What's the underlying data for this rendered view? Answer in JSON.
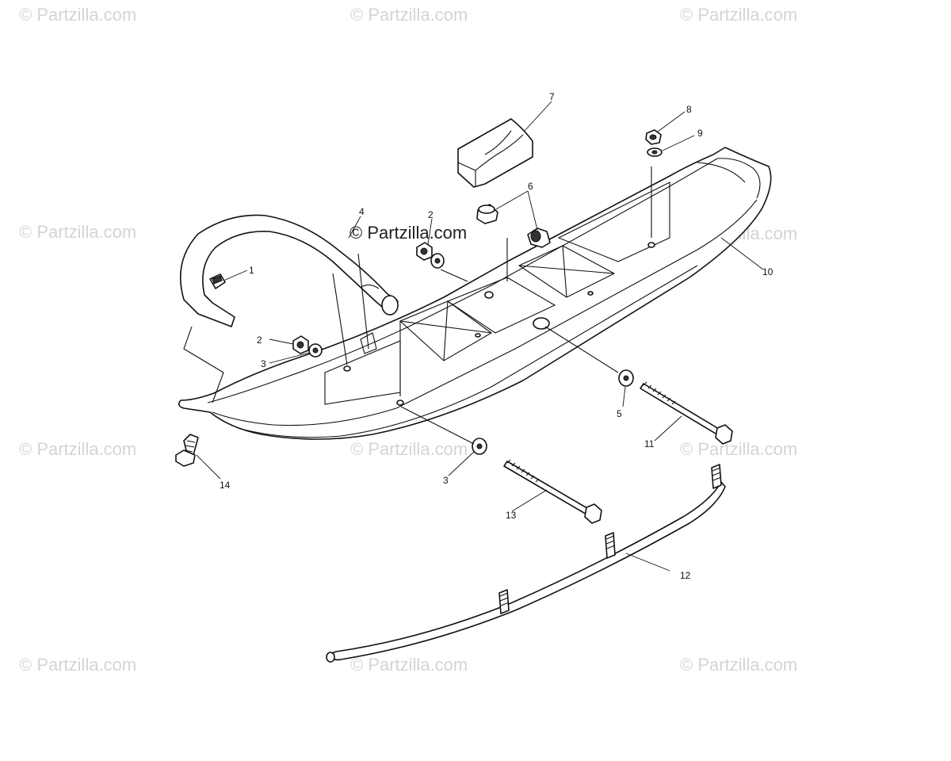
{
  "watermarks": {
    "text": "© Partzilla.com",
    "center_text": "© Partzilla.com"
  },
  "callouts": {
    "c1": "1",
    "c2a": "2",
    "c2b": "2",
    "c3a": "3",
    "c3b": "3",
    "c4": "4",
    "c5": "5",
    "c6": "6",
    "c7": "7",
    "c8": "8",
    "c9": "9",
    "c10": "10",
    "c11": "11",
    "c12": "12",
    "c13": "13",
    "c14": "14"
  }
}
